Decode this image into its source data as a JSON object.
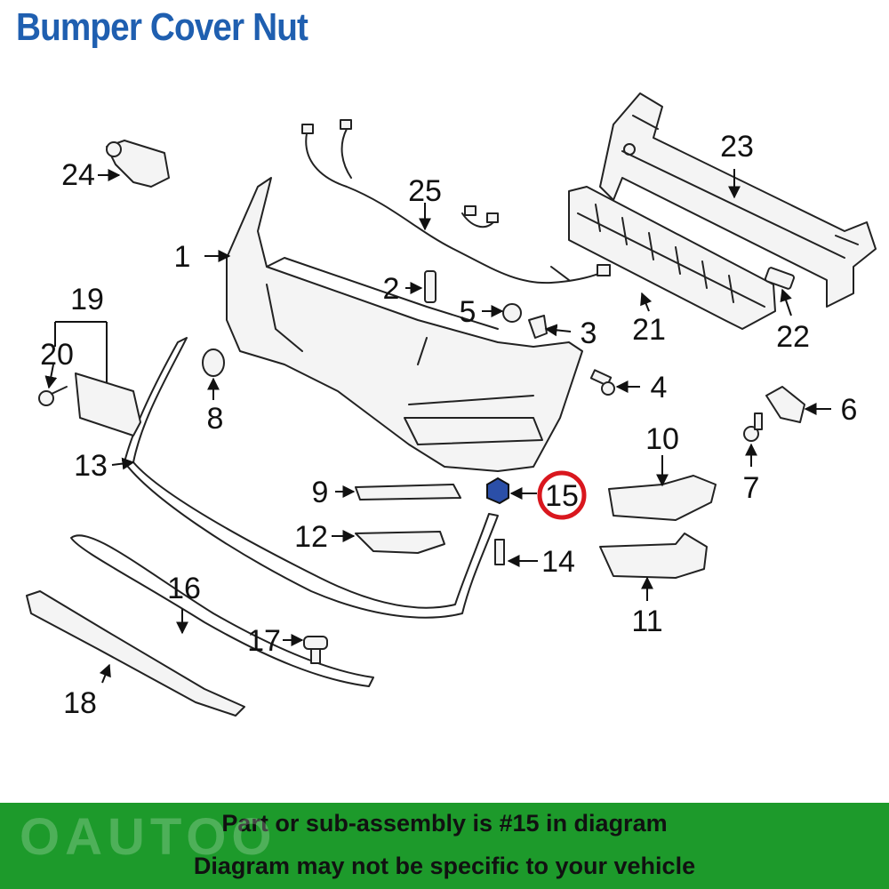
{
  "title": "Bumper Cover Nut",
  "highlight_color": "#d9171e",
  "part15_color": "#2b4fa8",
  "banner": {
    "color": "#1d9a2b",
    "line1": "Part or sub-assembly is #15 in diagram",
    "line2": "Diagram may not be specific to your vehicle"
  },
  "watermark": "OAUTOO",
  "callouts": [
    "1",
    "2",
    "3",
    "4",
    "5",
    "6",
    "7",
    "8",
    "9",
    "10",
    "11",
    "12",
    "13",
    "14",
    "15",
    "16",
    "17",
    "18",
    "19",
    "20",
    "21",
    "22",
    "23",
    "24",
    "25"
  ],
  "highlighted_part": "15"
}
